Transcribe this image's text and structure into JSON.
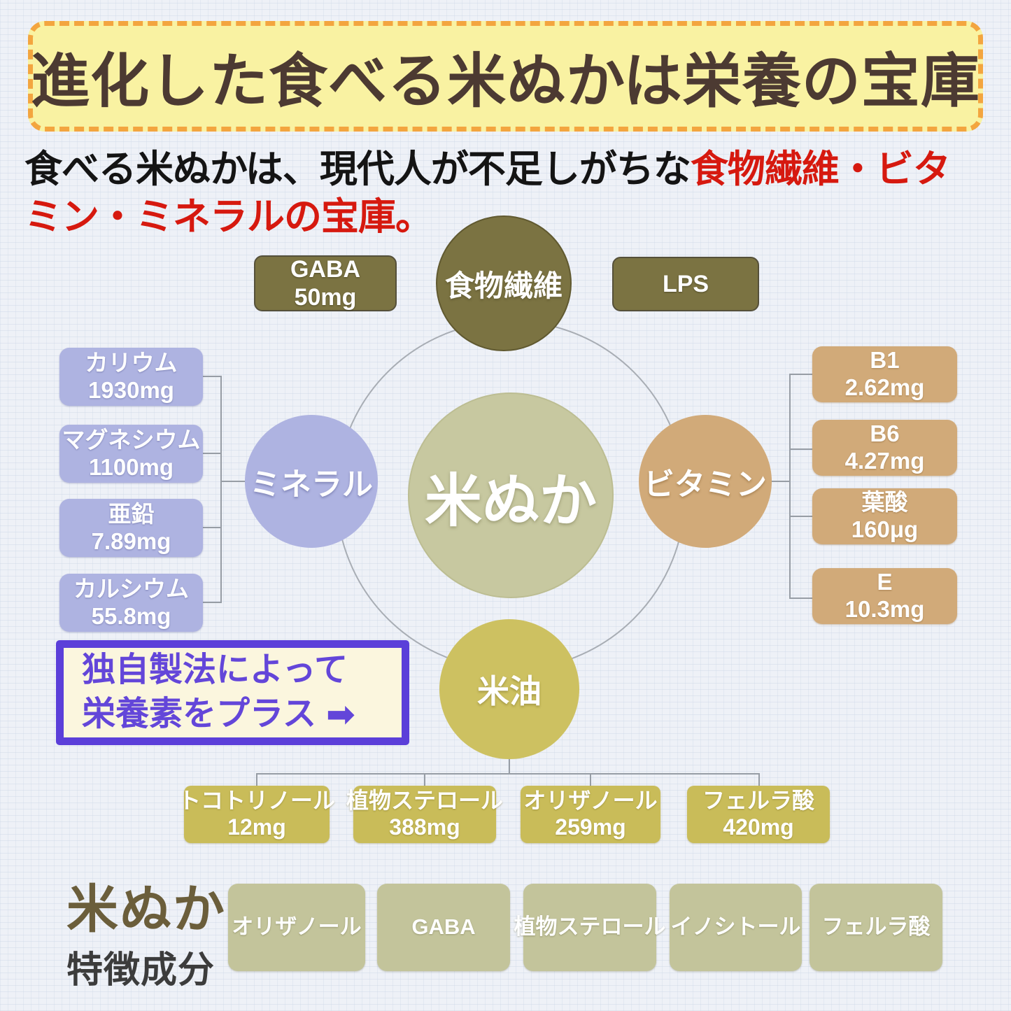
{
  "title": {
    "text": "進化した食べる米ぬかは栄養の宝庫"
  },
  "intro": {
    "black_part": "食べる米ぬかは、現代人が不足しがちな",
    "red_part1": "食物繊維・ビタ",
    "red_part2": "ミン・ミネラルの宝庫。"
  },
  "diagram": {
    "center": {
      "label": "米ぬか"
    },
    "fiber": {
      "label": "食物繊維"
    },
    "gaba_badge": {
      "name": "GABA",
      "value": "50mg"
    },
    "lps_badge": {
      "name": "LPS"
    },
    "mineral": {
      "label": "ミネラル",
      "items": [
        {
          "name": "カリウム",
          "value": "1930mg"
        },
        {
          "name": "マグネシウム",
          "value": "1100mg"
        },
        {
          "name": "亜鉛",
          "value": "7.89mg"
        },
        {
          "name": "カルシウム",
          "value": "55.8mg"
        }
      ]
    },
    "vitamin": {
      "label": "ビタミン",
      "items": [
        {
          "name": "B1",
          "value": "2.62mg"
        },
        {
          "name": "B6",
          "value": "4.27mg"
        },
        {
          "name": "葉酸",
          "value": "160μg"
        },
        {
          "name": "E",
          "value": "10.3mg"
        }
      ]
    },
    "oil": {
      "label": "米油",
      "items": [
        {
          "name": "トコトリノール",
          "value": "12mg"
        },
        {
          "name": "植物ステロール",
          "value": "388mg"
        },
        {
          "name": "オリザノール",
          "value": "259mg"
        },
        {
          "name": "フェルラ酸",
          "value": "420mg"
        }
      ]
    }
  },
  "callout": {
    "line1": "独自製法によって",
    "line2": "栄養素をプラス",
    "arrow": "➡"
  },
  "footer": {
    "label_line1": "米ぬか",
    "label_line2": "特徴成分",
    "items": [
      "オリザノール",
      "GABA",
      "植物ステロール",
      "イノシトール",
      "フェルラ酸"
    ]
  },
  "colors": {
    "background": "#eef1f7",
    "title_bg": "#f9f2a2",
    "title_border": "#f3a53f",
    "title_text": "#4c3a32",
    "accent_red": "#d6190f",
    "olive_dark": "#7b7342",
    "lavender": "#aeb3e1",
    "tan": "#d1aa79",
    "center_sage": "#c7c8a0",
    "oil_yellow": "#cdc161",
    "gold_box": "#c9bc59",
    "sage_box": "#c3c49b",
    "callout_purple": "#5b3fd9",
    "callout_bg": "#fbf6de",
    "connector_gray": "#979da5"
  }
}
